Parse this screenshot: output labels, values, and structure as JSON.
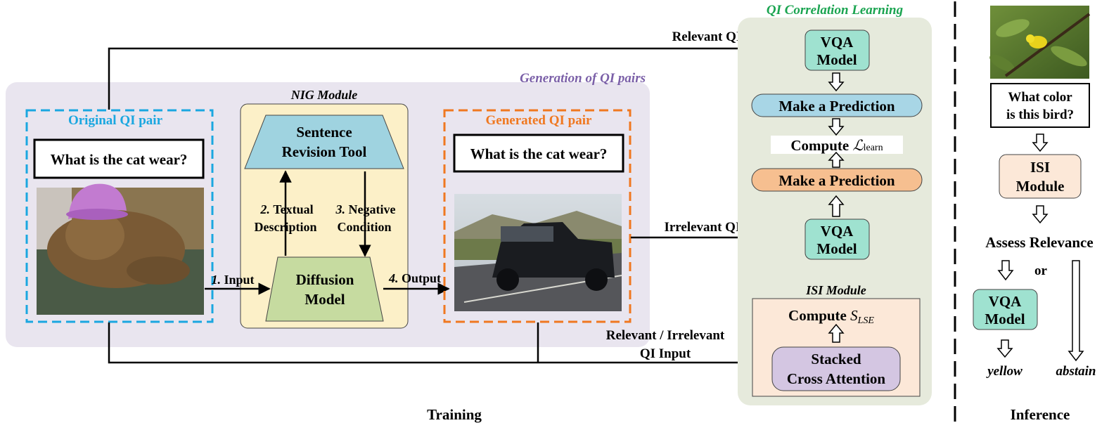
{
  "generation": {
    "title": "Generation of QI pairs",
    "original_pair": {
      "title": "Original QI pair",
      "question": "What is the cat wear?",
      "image": "cat-wearing-purple-knit-hat"
    },
    "nig": {
      "title": "NIG Module",
      "sentence_tool": [
        "Sentence",
        "Revision Tool"
      ],
      "diffusion_model": [
        "Diffusion",
        "Model"
      ],
      "step1_num": "1.",
      "step1_text": "Input",
      "step2_num": "2.",
      "step2_text": "Textual",
      "step2_text2": "Description",
      "step3_num": "3.",
      "step3_text": "Negative",
      "step3_text2": "Condition",
      "step4_num": "4.",
      "step4_text": "Output"
    },
    "generated_pair": {
      "title": "Generated QI pair",
      "question": "What is the cat wear?",
      "image": "black-pickup-truck-on-road"
    }
  },
  "arrows": {
    "relevant": "Relevant QI Input",
    "irrelevant": "Irrelevant QI Input",
    "rel_irr": [
      "Relevant / Irrelevant",
      "QI Input"
    ]
  },
  "learning": {
    "title": "QI Correlation Learning",
    "vqa_top": [
      "VQA",
      "Model"
    ],
    "pred_top": "Make a Prediction",
    "compute": "Compute",
    "loss_symbol": "ℒ",
    "loss_sub": "learn",
    "pred_bottom": "Make a Prediction",
    "vqa_bottom": [
      "VQA",
      "Model"
    ],
    "isi": {
      "title": "ISI Module",
      "compute": "Compute",
      "score_symbol": "S",
      "score_sub": "LSE",
      "stacked": [
        "Stacked",
        "Cross Attention"
      ]
    }
  },
  "inference": {
    "image": "yellow-bird-on-branch",
    "question": [
      "What color",
      "is this bird?"
    ],
    "isi": [
      "ISI",
      "Module"
    ],
    "assess": "Assess Relevance",
    "or": "or",
    "vqa": [
      "VQA",
      "Model"
    ],
    "answer": "yellow",
    "abstain": "abstain"
  },
  "labels": {
    "training": "Training",
    "inference": "Inference"
  },
  "colors": {
    "generation_bg": "#e9e5ef",
    "generation_title": "#7b60a8",
    "original_border": "#1aa7e0",
    "generated_border": "#f07820",
    "nig_bg": "#fcf0c8",
    "sentence_tool": "#9fd3e0",
    "diffusion": "#c6dba0",
    "learning_bg": "#e6eadc",
    "learning_title": "#1aa450",
    "vqa": "#9fe2d0",
    "pred_blue": "#a8d6e6",
    "pred_orange": "#f6bf90",
    "isi_bg": "#fce8d8",
    "stacked": "#d4c6e2"
  }
}
